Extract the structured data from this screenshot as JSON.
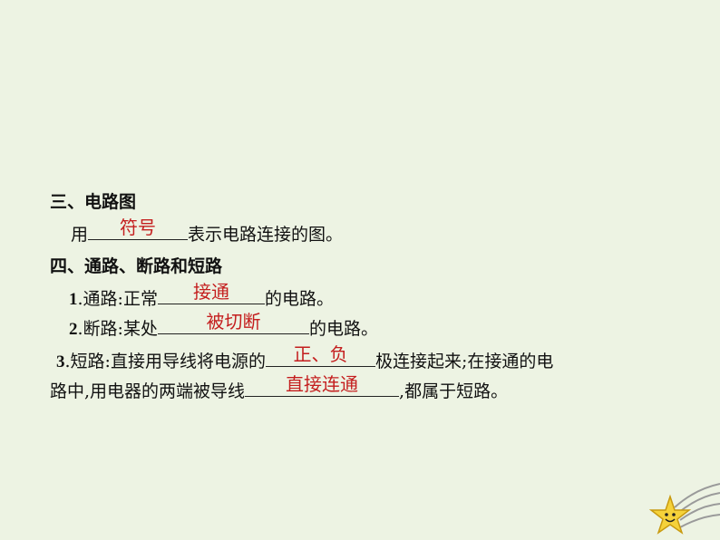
{
  "section3": {
    "heading": "三、电路图",
    "line_prefix": "用",
    "answer": "符号",
    "line_suffix": "表示电路连接的图。"
  },
  "section4": {
    "heading": "四、通路、断路和短路",
    "item1": {
      "num": "1",
      "text_before": ".通路:正常",
      "answer": "接通",
      "text_after": "的电路。"
    },
    "item2": {
      "num": "2",
      "text_before": ".断路:某处",
      "answer": "被切断",
      "text_after": "的电路。"
    },
    "item3": {
      "num": "3",
      "text_before": ".短路:直接用导线将电源的",
      "answer1": "正、负",
      "text_mid": "极连接起来;在接通的电",
      "line2_before": "路中,用电器的两端被导线",
      "answer2": "直接连通",
      "line2_after": ",都属于短路。"
    }
  },
  "decoration": {
    "icon": "smiling-star-icon",
    "star_color": "#f5d23a"
  }
}
